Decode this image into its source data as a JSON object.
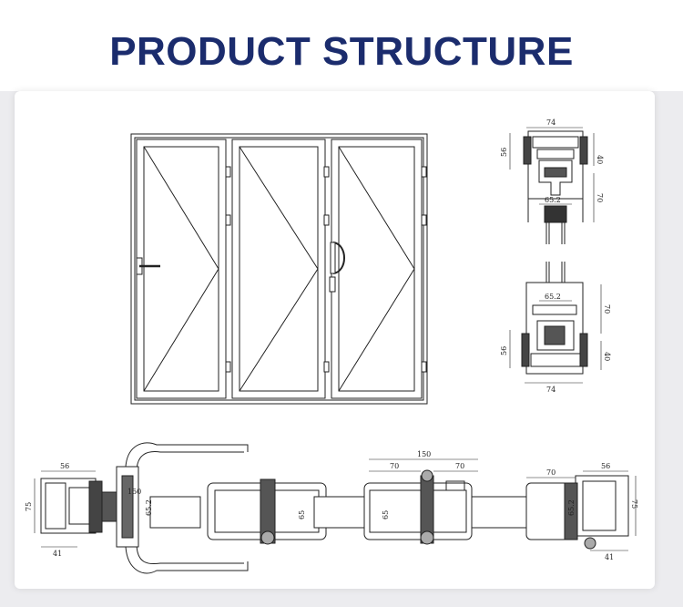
{
  "page": {
    "title": "PRODUCT STRUCTURE"
  },
  "colors": {
    "title": "#1b2c6d",
    "line": "#222222",
    "background": "#ececef"
  },
  "top_section": {
    "dims": [
      "74",
      "56",
      "40",
      "65.2",
      "70"
    ]
  },
  "bottom_section": {
    "dims": [
      "70",
      "65.2",
      "56",
      "40",
      "74"
    ]
  },
  "horizontal_section": {
    "left_frame": {
      "dims": [
        "56",
        "75",
        "41",
        "150",
        "65.2"
      ]
    },
    "mid_joint_1": {
      "dims": [
        "65"
      ]
    },
    "mid_joint_2": {
      "dims": [
        "150",
        "70",
        "70",
        "65"
      ]
    },
    "right_frame": {
      "dims": [
        "70",
        "56",
        "75",
        "65.2",
        "41"
      ]
    }
  }
}
